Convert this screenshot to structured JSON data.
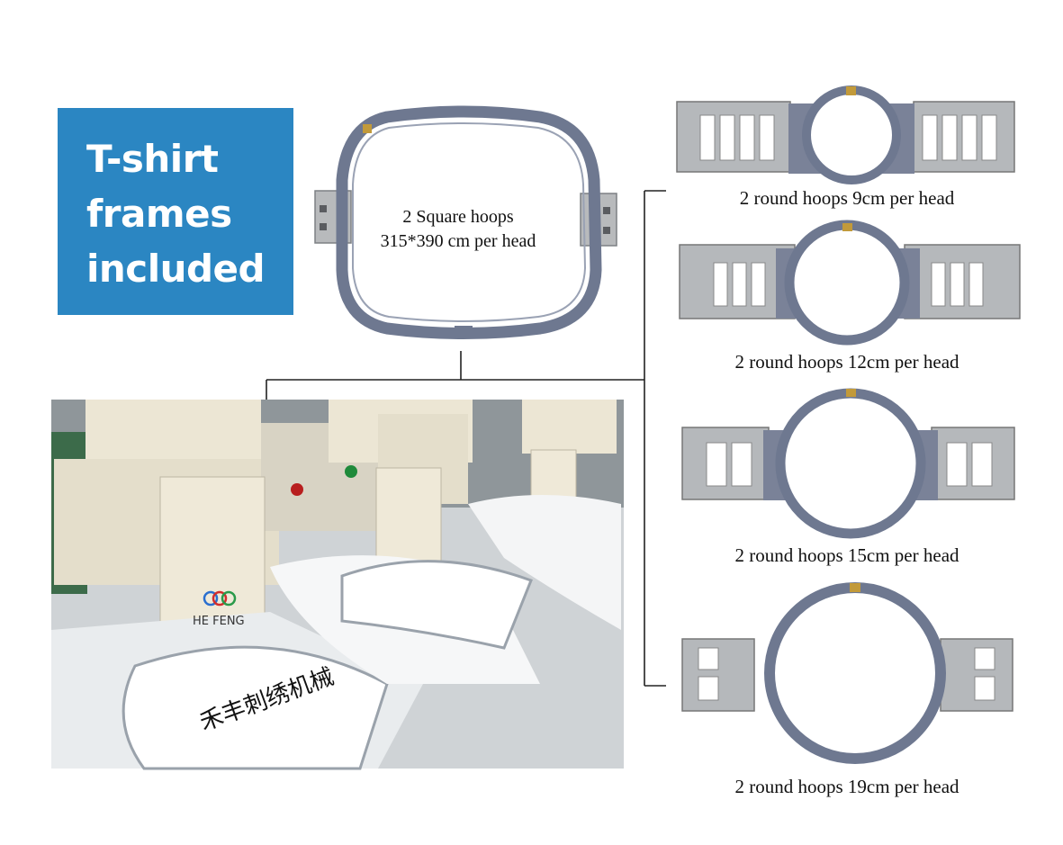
{
  "badge": {
    "lines": [
      "T-shirt",
      "frames",
      "included"
    ],
    "color": "#2b86c2"
  },
  "square_hoop": {
    "caption_line1": "2 Square hoops",
    "caption_line2": "315*390 cm per head"
  },
  "round_hoops": [
    {
      "caption": "2 round hoops 9cm per head"
    },
    {
      "caption": "2 round hoops 12cm per head"
    },
    {
      "caption": "2 round hoops 15cm per head"
    },
    {
      "caption": "2 round hoops 19cm per head"
    }
  ],
  "machine_photo": {
    "brand_label": "HE FENG",
    "embroidery_text": "禾丰刺绣机械"
  },
  "colors": {
    "hoop_frame": "#6e7890",
    "metal_bracket": "#b9bbbd",
    "brass_clip": "#c29a3a"
  }
}
